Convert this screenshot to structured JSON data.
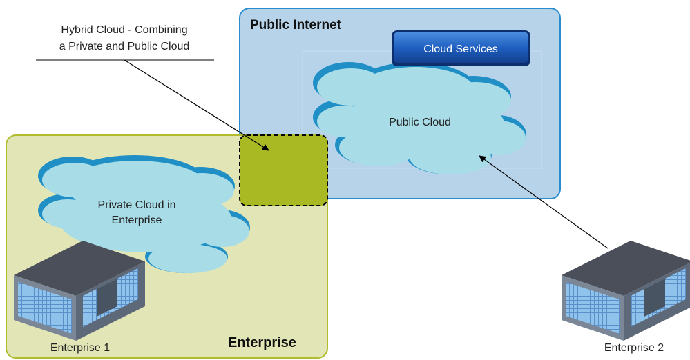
{
  "regions": {
    "public_internet": {
      "title": "Public Internet",
      "fill": "#b7d3ea",
      "stroke": "#2a8ccc"
    },
    "enterprise": {
      "title": "Enterprise",
      "fill": "#e2e6b6",
      "stroke": "#b1bb2e"
    },
    "hybrid_overlap": {
      "fill": "#a9b923"
    }
  },
  "callout": {
    "line1": "Hybrid Cloud - Combining",
    "line2": "a Private and Public Cloud"
  },
  "clouds": {
    "public": {
      "label": "Public Cloud",
      "fill": "#a8dde8",
      "edge": "#1f8fc6"
    },
    "private": {
      "label_line1": "Private Cloud in",
      "label_line2": "Enterprise",
      "fill": "#a8dde8",
      "edge": "#1f8fc6"
    }
  },
  "button": {
    "label": "Cloud Services",
    "color": "#1a5fb5"
  },
  "buildings": [
    {
      "label": "Enterprise 1",
      "icon": "office-building-icon"
    },
    {
      "label": "Enterprise 2",
      "icon": "office-building-icon"
    }
  ]
}
